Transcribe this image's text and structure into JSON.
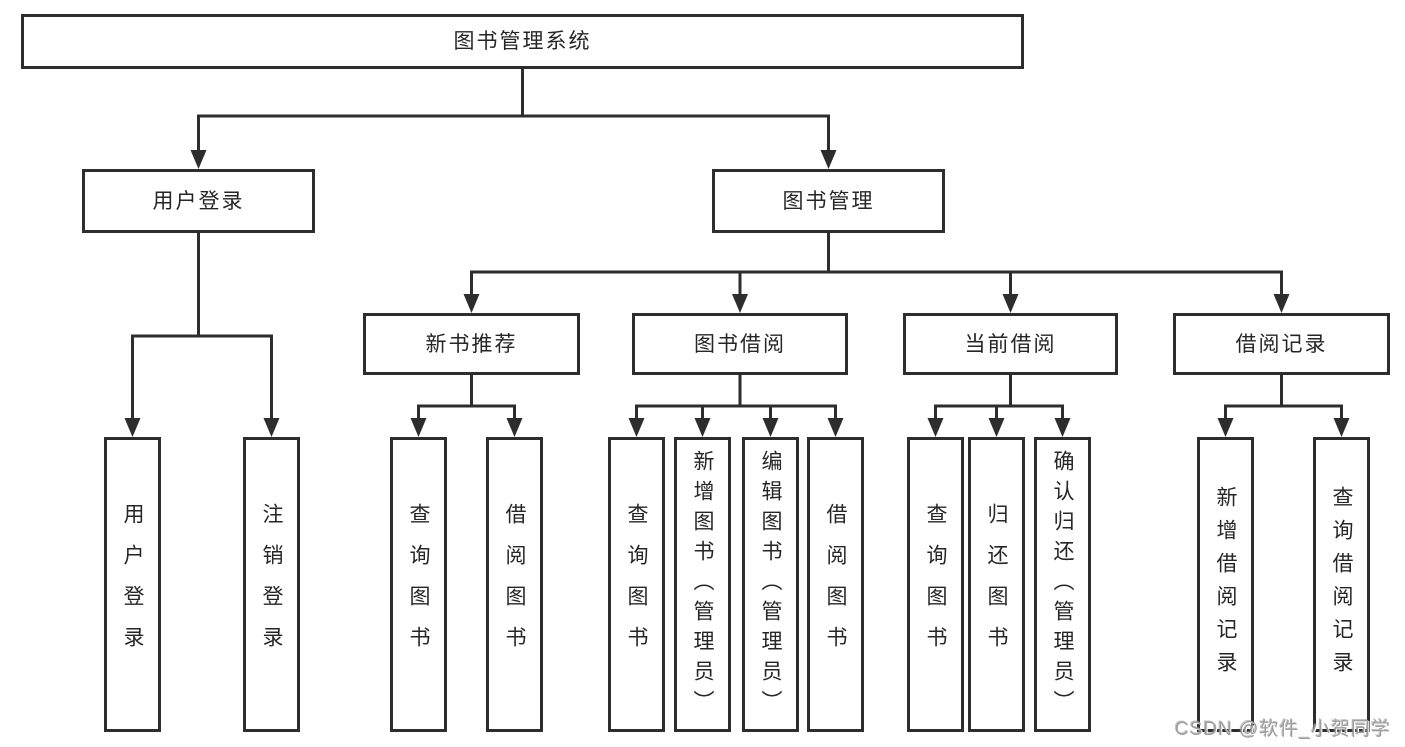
{
  "diagram": {
    "title": "图书管理系统",
    "branches": {
      "user_login": {
        "label": "用户登录",
        "children": [
          "用户登录",
          "注销登录"
        ]
      },
      "book_management": {
        "label": "图书管理",
        "sections": [
          {
            "label": "新书推荐",
            "children": [
              "查询图书",
              "借阅图书"
            ]
          },
          {
            "label": "图书借阅",
            "children": [
              "查询图书",
              "新增图书（管理员）",
              "编辑图书（管理员）",
              "借阅图书"
            ]
          },
          {
            "label": "当前借阅",
            "children": [
              "查询图书",
              "归还图书",
              "确认归还（管理员）"
            ]
          },
          {
            "label": "借阅记录",
            "children": [
              "新增借阅记录",
              "查询借阅记录"
            ]
          }
        ]
      }
    }
  },
  "watermark": "CSDN @软件_小贺同学",
  "colors": {
    "line": "#2d2d2d",
    "box_border": "#2d2d2d",
    "box_background": "#ffffff",
    "text": "#262626",
    "watermark": "#9e9e9e"
  }
}
